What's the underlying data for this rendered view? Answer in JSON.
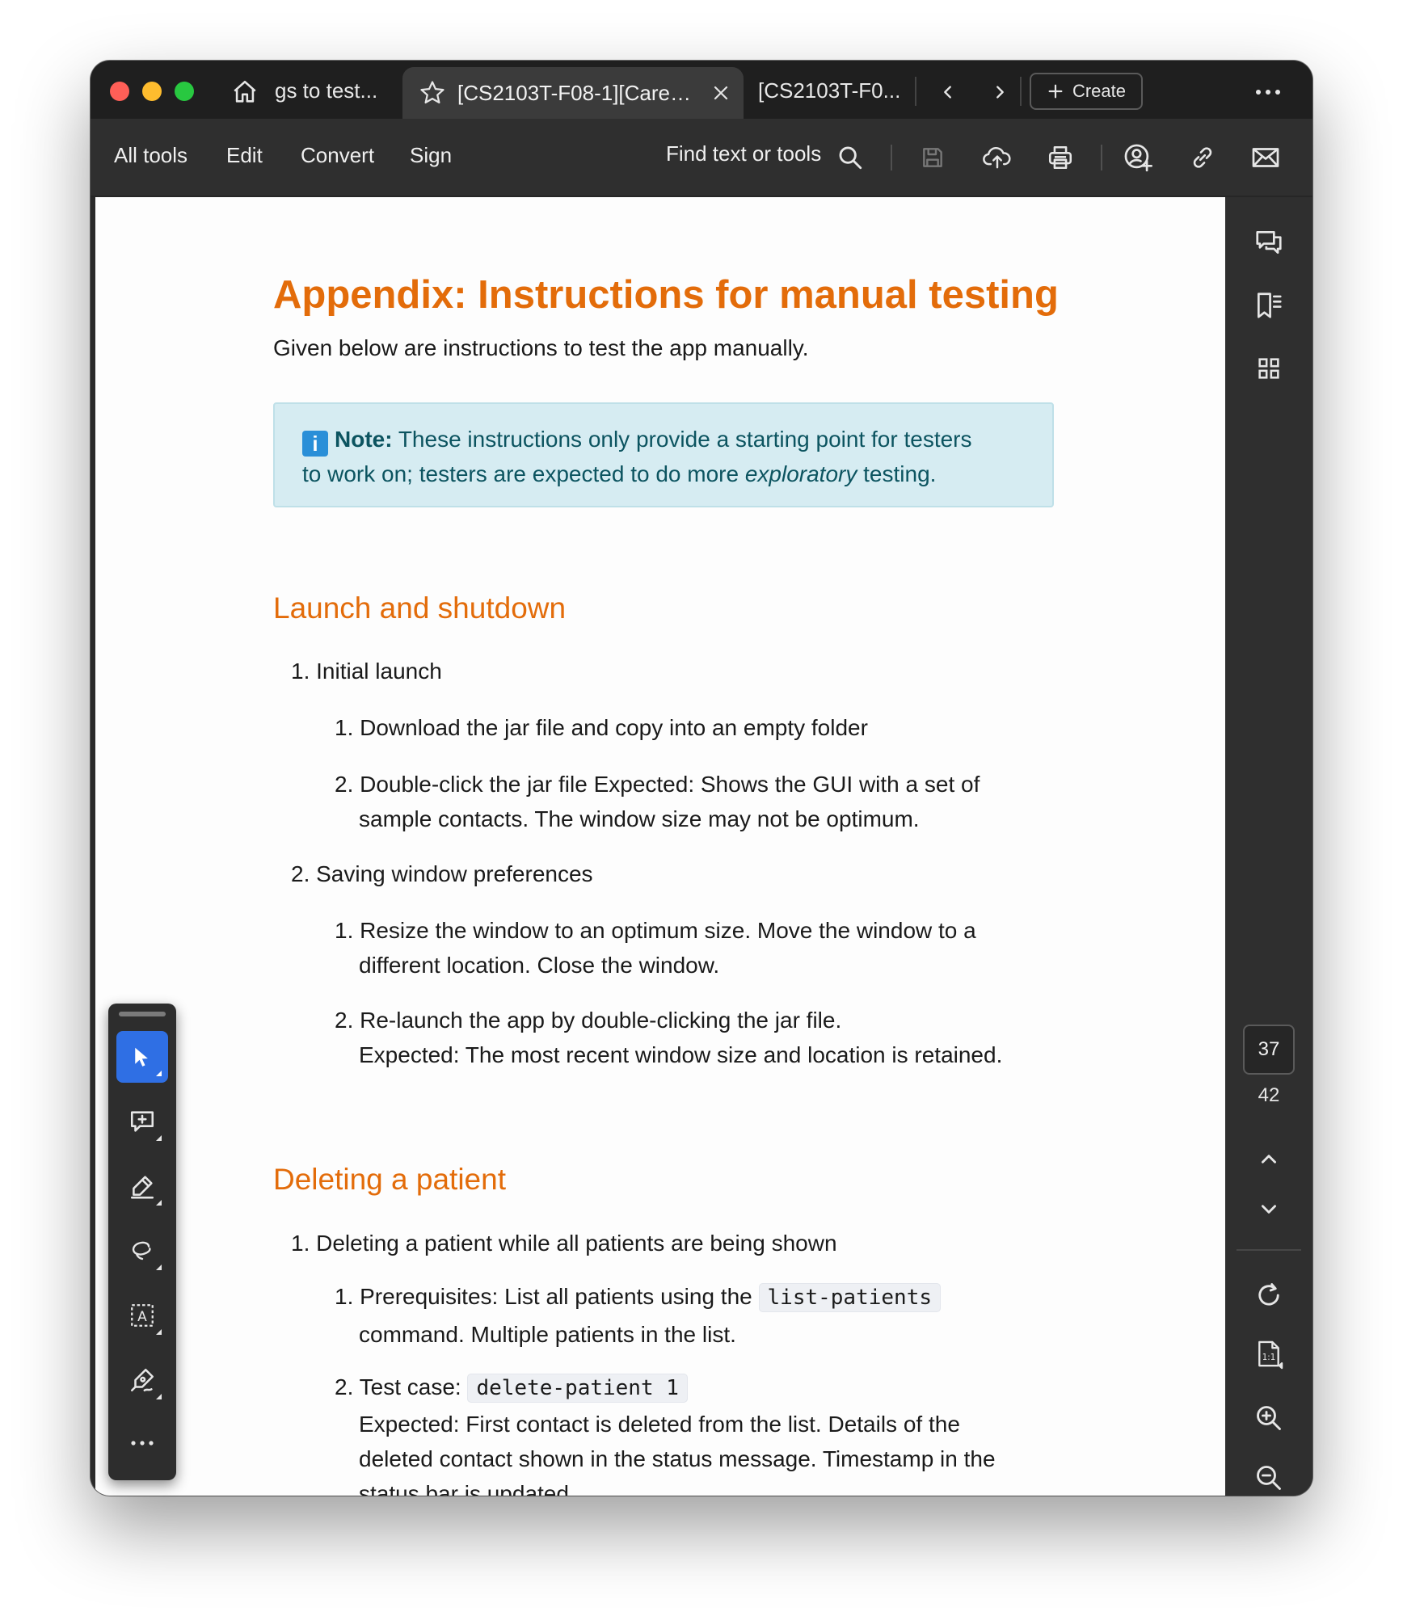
{
  "tabs": [
    {
      "label": "gs to test...",
      "active": false
    },
    {
      "label": "[CS2103T-F08-1][CareC...",
      "active": true
    },
    {
      "label": "[CS2103T-F0...",
      "active": false
    }
  ],
  "titlebar": {
    "create_label": "Create"
  },
  "toolbar": {
    "menu": [
      "All tools",
      "Edit",
      "Convert",
      "Sign"
    ],
    "find_label": "Find text or tools"
  },
  "document": {
    "title": "Appendix: Instructions for manual testing",
    "intro": "Given below are instructions to test the app manually.",
    "note": {
      "label": "Note:",
      "text_1": " These instructions only provide a starting point for testers",
      "text_2": "to work on; testers are expected to do more ",
      "emphasis": "exploratory",
      "text_3": " testing."
    },
    "sections": [
      {
        "heading": "Launch and shutdown",
        "items": [
          {
            "label": "1. Initial launch",
            "sub": [
              {
                "lines": [
                  "1. Download the jar file and copy into an empty folder"
                ]
              },
              {
                "lines": [
                  "2. Double-click the jar file Expected: Shows the GUI with a set of",
                  "sample contacts. The window size may not be optimum."
                ]
              }
            ]
          },
          {
            "label": "2. Saving window preferences",
            "sub": [
              {
                "lines": [
                  "1. Resize the window to an optimum size. Move the window to a",
                  "different location. Close the window."
                ]
              },
              {
                "lines": [
                  "2. Re-launch the app by double-clicking the jar file.",
                  "Expected: The most recent window size and location is retained."
                ]
              }
            ]
          }
        ]
      },
      {
        "heading": "Deleting a patient",
        "items": [
          {
            "label": "1. Deleting a patient while all patients are being shown",
            "sub": [
              {
                "pre": "1. Prerequisites: List all patients using the ",
                "code": "list-patients",
                "line2": "command. Multiple patients in the list."
              },
              {
                "pre": "2. Test case: ",
                "code": "delete-patient 1",
                "line2": "Expected: First contact is deleted from the list. Details of the",
                "line3": "deleted contact shown in the status message. Timestamp in the",
                "line4": "status bar is updated."
              }
            ]
          }
        ]
      }
    ]
  },
  "pagination": {
    "current": "37",
    "total": "42"
  },
  "colors": {
    "heading": "#e36c0a",
    "note_bg": "#d6ecf2",
    "note_text": "#0c5460",
    "active_tool": "#2f6fe4"
  }
}
